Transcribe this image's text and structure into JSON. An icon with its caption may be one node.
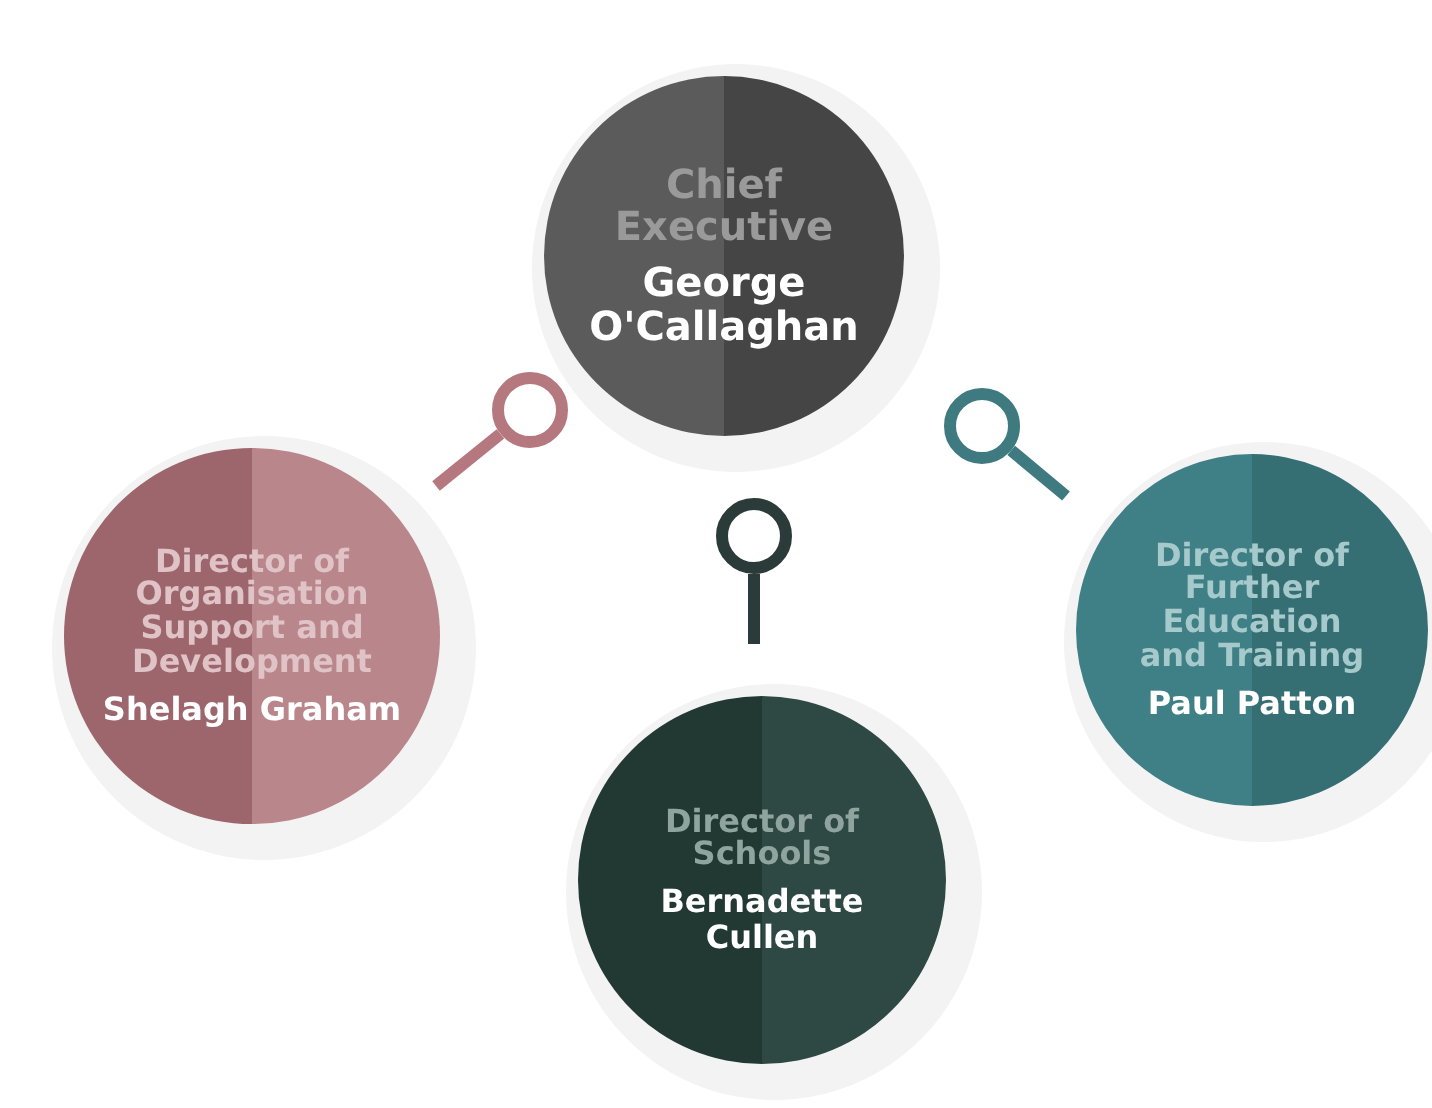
{
  "diagram": {
    "nodes": [
      {
        "text": [
          "Chief Executive",
          "George O'Callaghan"
        ]
      },
      {
        "text": [
          "Director of Organisation Support and Development",
          "Shelagh Graham"
        ]
      },
      {
        "text": [
          "Director of Schools",
          "Bernadette Cullen"
        ]
      },
      {
        "text": [
          "Director of Further Education and Training",
          "Paul Patton"
        ]
      }
    ]
  }
}
